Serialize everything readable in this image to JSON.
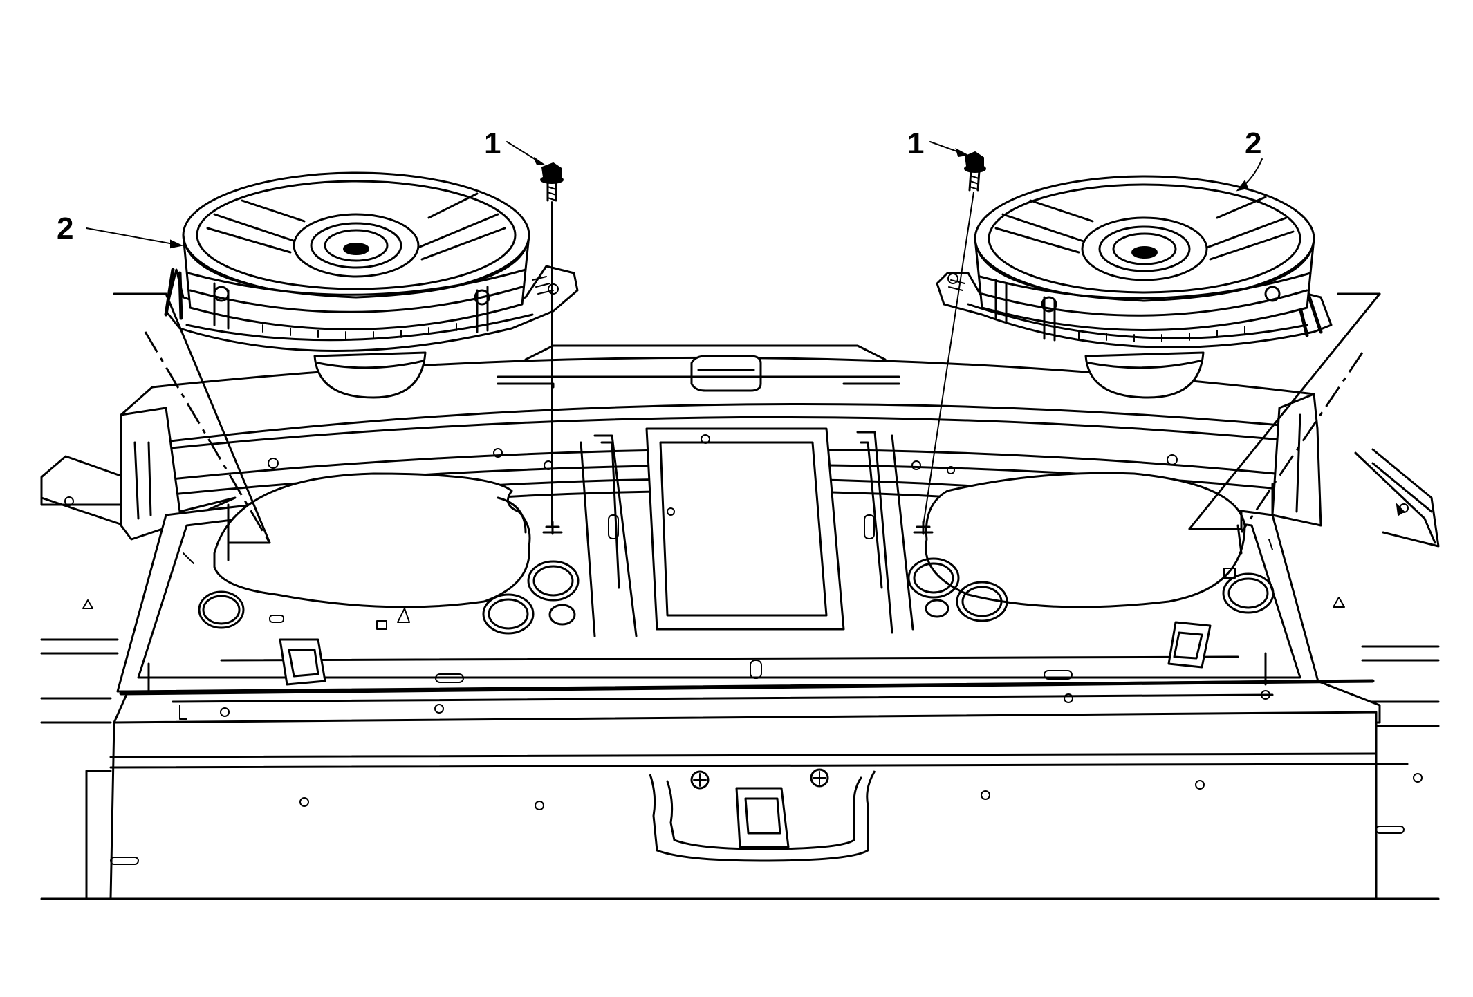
{
  "callouts": {
    "left_bolt": "1",
    "right_bolt": "1",
    "left_speaker": "2",
    "right_speaker": "2"
  }
}
